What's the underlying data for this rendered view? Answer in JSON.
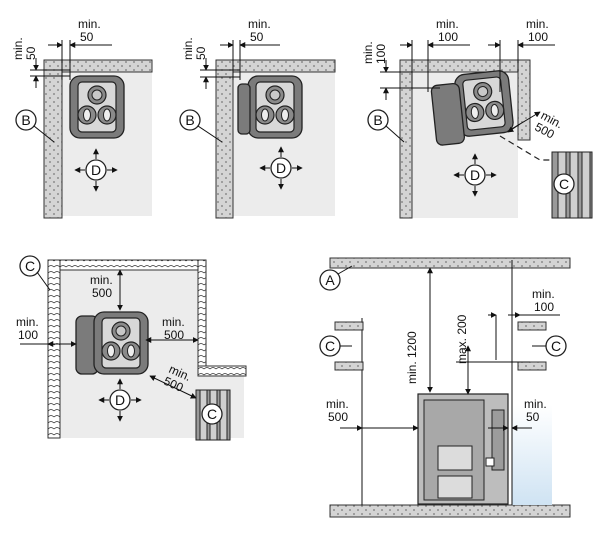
{
  "labels": {
    "min50": "min.\n50",
    "min100": "min.\n100",
    "min500": "min.\n500",
    "min1200": "min. 1200",
    "max200": "max. 200",
    "A": "A",
    "B": "B",
    "C": "C",
    "D": "D"
  },
  "colors": {
    "heater": "#7b7b7b",
    "wall": "#d9d9d9",
    "room": "#ececec",
    "glass": "#cfe3f3"
  }
}
